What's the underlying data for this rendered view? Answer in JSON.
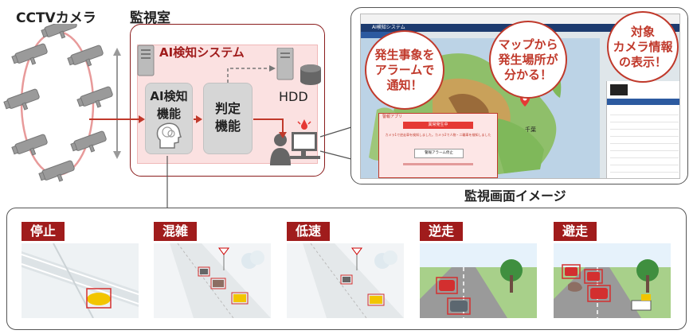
{
  "labels": {
    "cctv": "CCTVカメラ",
    "room": "監視室",
    "ai_system": "AI検知システム",
    "ai_function": "AI検知\n機能",
    "judgment_function": "判定\n機能",
    "hdd": "HDD",
    "screen_caption": "監視画面イメージ"
  },
  "screen": {
    "app_title": "AI検知システム",
    "alarm_dialog_title": "警報アプリ",
    "alarm_header": "異常発生中",
    "alarm_message": "カメラ1で逆走車を検知しました。カメラ2で人物・二輪車を検知しました",
    "alarm_button": "警報アラーム停止",
    "place_label": "千葉"
  },
  "callouts": {
    "alarm": "発生事象を\nアラームで\n通知！",
    "map": "マップから\n発生場所が\n分かる！",
    "camera_info": "対象\nカメラ情報\nの表示！"
  },
  "events": [
    {
      "label": "停止"
    },
    {
      "label": "混雑"
    },
    {
      "label": "低速"
    },
    {
      "label": "逆走"
    },
    {
      "label": "避走"
    }
  ],
  "colors": {
    "accent": "#a01c1c",
    "ai_area": "#fbe1e1",
    "camera_ring": "#e89a9a"
  }
}
